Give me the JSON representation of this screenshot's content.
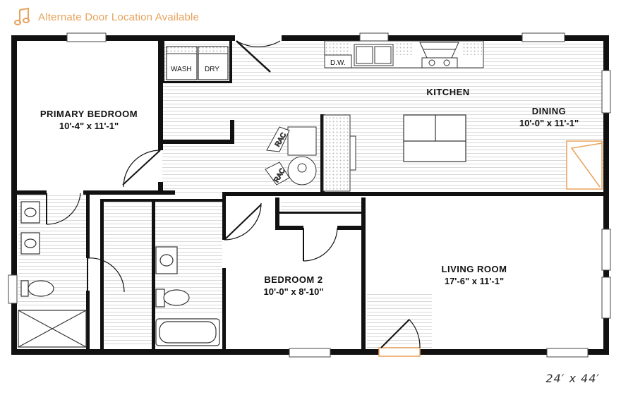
{
  "legend": {
    "icon": "music-note-icon",
    "text": "Alternate Door Location Available",
    "color": "#e8a25b"
  },
  "dimensions": "24′ x 44′",
  "rooms": {
    "primary_bedroom": {
      "name": "PRIMARY BEDROOM",
      "size": "10'-4\" x 11'-1\""
    },
    "kitchen": {
      "name": "KITCHEN"
    },
    "dining": {
      "name": "DINING",
      "size": "10'-0\" x 11'-1\""
    },
    "bedroom2": {
      "name": "BEDROOM 2",
      "size": "10'-0\" x 8'-10\""
    },
    "living_room": {
      "name": "LIVING ROOM",
      "size": "17'-6\" x 11'-1\""
    }
  },
  "fixtures": {
    "wash": "WASH",
    "dry": "DRY",
    "dishwasher": "D.W.",
    "rac_top": "RAC",
    "rac_bottom": "RAC"
  },
  "colors": {
    "wall": "#111111",
    "floor_stripe": "#d8d8d8",
    "alternate_door": "#e8a25b"
  }
}
